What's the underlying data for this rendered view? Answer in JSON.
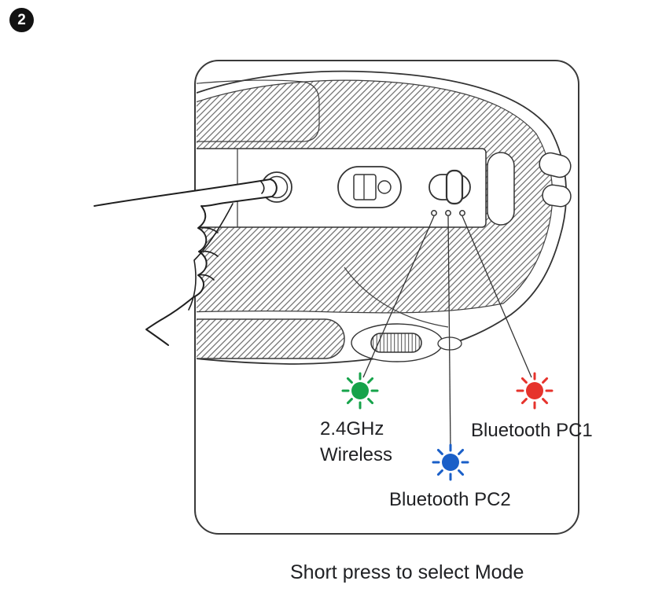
{
  "step": {
    "number": "2"
  },
  "figure": {
    "leds": [
      {
        "name": "2.4ghz-wireless",
        "label": "2.4GHz Wireless",
        "color": "#16a34a"
      },
      {
        "name": "bluetooth-pc2",
        "label": "Bluetooth PC2",
        "color": "#1a5fc8"
      },
      {
        "name": "bluetooth-pc1",
        "label": "Bluetooth PC1",
        "color": "#e6332c"
      }
    ]
  },
  "caption": "Short press to select Mode"
}
